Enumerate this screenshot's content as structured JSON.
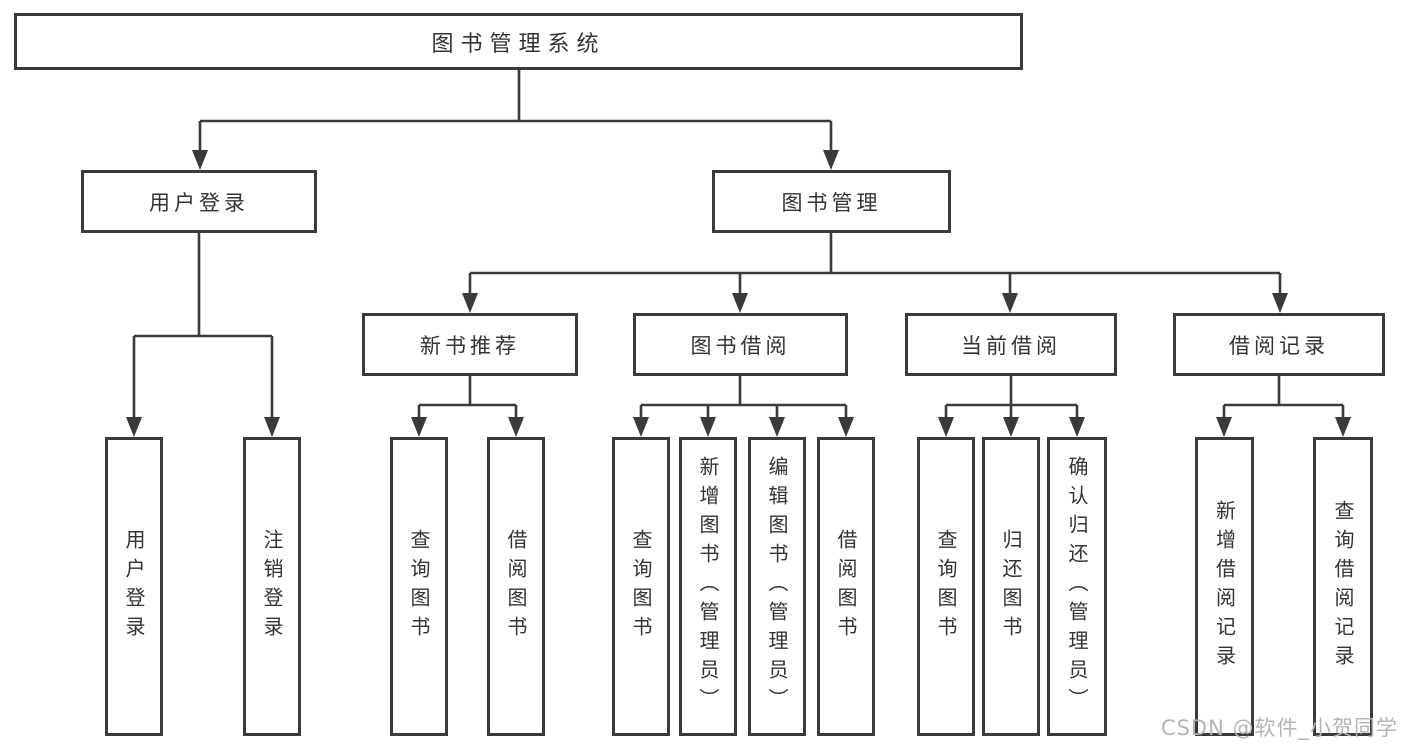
{
  "colors": {
    "line": "#3a3a3a",
    "text": "#333333",
    "watermark": "#b5b5b5"
  },
  "watermark": "CSDN @软件_小贺同学",
  "tree": {
    "root": {
      "label": "图书管理系统"
    },
    "branches": [
      {
        "label": "用户登录",
        "children": [
          {
            "label": "用户登录"
          },
          {
            "label": "注销登录"
          }
        ]
      },
      {
        "label": "图书管理",
        "groups": [
          {
            "label": "新书推荐",
            "children": [
              {
                "label": "查询图书"
              },
              {
                "label": "借阅图书"
              }
            ]
          },
          {
            "label": "图书借阅",
            "children": [
              {
                "label": "查询图书"
              },
              {
                "label": "新增图书（管理员）"
              },
              {
                "label": "编辑图书（管理员）"
              },
              {
                "label": "借阅图书"
              }
            ]
          },
          {
            "label": "当前借阅",
            "children": [
              {
                "label": "查询图书"
              },
              {
                "label": "归还图书"
              },
              {
                "label": "确认归还（管理员）"
              }
            ]
          },
          {
            "label": "借阅记录",
            "children": [
              {
                "label": "新增借阅记录"
              },
              {
                "label": "查询借阅记录"
              }
            ]
          }
        ]
      }
    ]
  }
}
